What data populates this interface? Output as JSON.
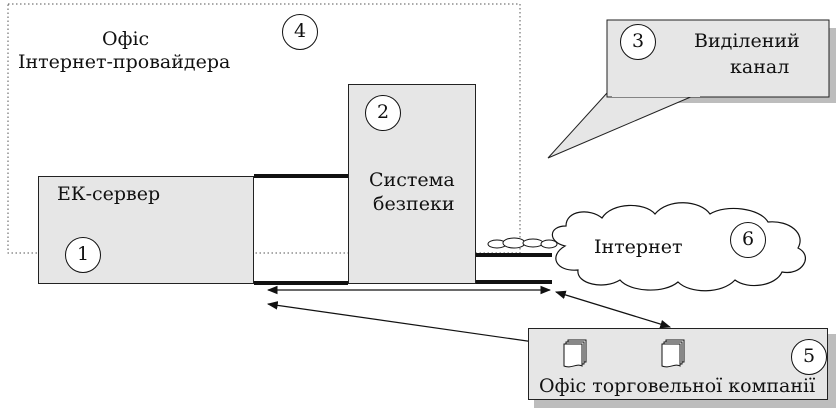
{
  "isp_office": {
    "label_line1": "Офіс",
    "label_line2": "Інтернет-провайдера",
    "number": "4"
  },
  "leased_line": {
    "label_line1": "Виділений",
    "label_line2": "канал",
    "number": "3"
  },
  "ec_server": {
    "label": "ЕК-сервер",
    "number": "1"
  },
  "security_system": {
    "label_line1": "Система",
    "label_line2": "безпеки",
    "number": "2"
  },
  "internet": {
    "label": "Інтернет",
    "number": "6"
  },
  "trade_office": {
    "label": "Офіс торговельної компанії",
    "number": "5"
  }
}
